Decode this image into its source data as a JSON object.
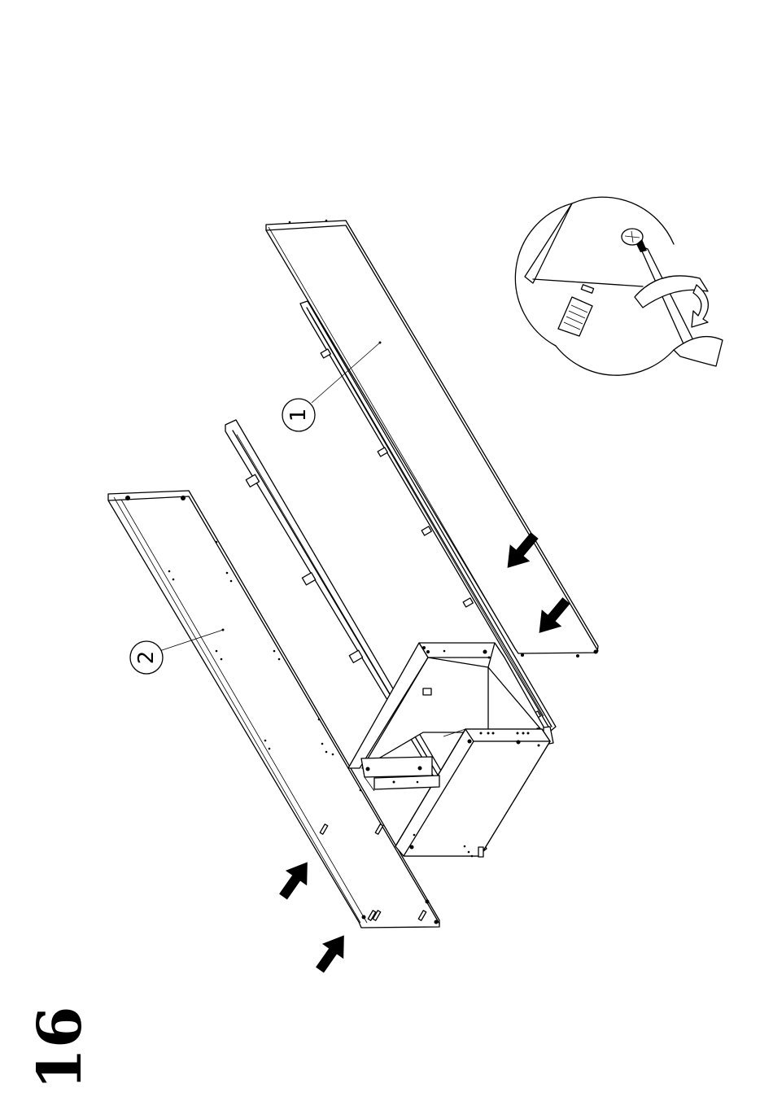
{
  "step": {
    "number": "16"
  },
  "callouts": [
    {
      "label": "1"
    },
    {
      "label": "2"
    }
  ],
  "icons": {
    "arrow": "push-arrow",
    "detail": "screwdriver-screw-detail"
  },
  "colors": {
    "ink": "#000000",
    "paper": "#ffffff"
  }
}
